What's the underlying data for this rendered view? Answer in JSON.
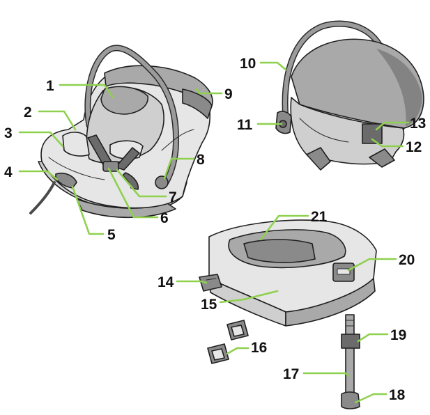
{
  "diagram": {
    "callouts": [
      {
        "id": "1",
        "label": "1"
      },
      {
        "id": "2",
        "label": "2"
      },
      {
        "id": "3",
        "label": "3"
      },
      {
        "id": "4",
        "label": "4"
      },
      {
        "id": "5",
        "label": "5"
      },
      {
        "id": "6",
        "label": "6"
      },
      {
        "id": "7",
        "label": "7"
      },
      {
        "id": "8",
        "label": "8"
      },
      {
        "id": "9",
        "label": "9"
      },
      {
        "id": "10",
        "label": "10"
      },
      {
        "id": "11",
        "label": "11"
      },
      {
        "id": "12",
        "label": "12"
      },
      {
        "id": "13",
        "label": "13"
      },
      {
        "id": "14",
        "label": "14"
      },
      {
        "id": "15",
        "label": "15"
      },
      {
        "id": "16",
        "label": "16"
      },
      {
        "id": "17",
        "label": "17"
      },
      {
        "id": "18",
        "label": "18"
      },
      {
        "id": "19",
        "label": "19"
      },
      {
        "id": "20",
        "label": "20"
      },
      {
        "id": "21",
        "label": "21"
      }
    ],
    "colors": {
      "leader": "#8fd14f",
      "ink": "#1f1f1f",
      "shade_light": "#cfcfcf",
      "shade_mid": "#a9a9a9",
      "shade_dark": "#6b6b6b"
    }
  }
}
